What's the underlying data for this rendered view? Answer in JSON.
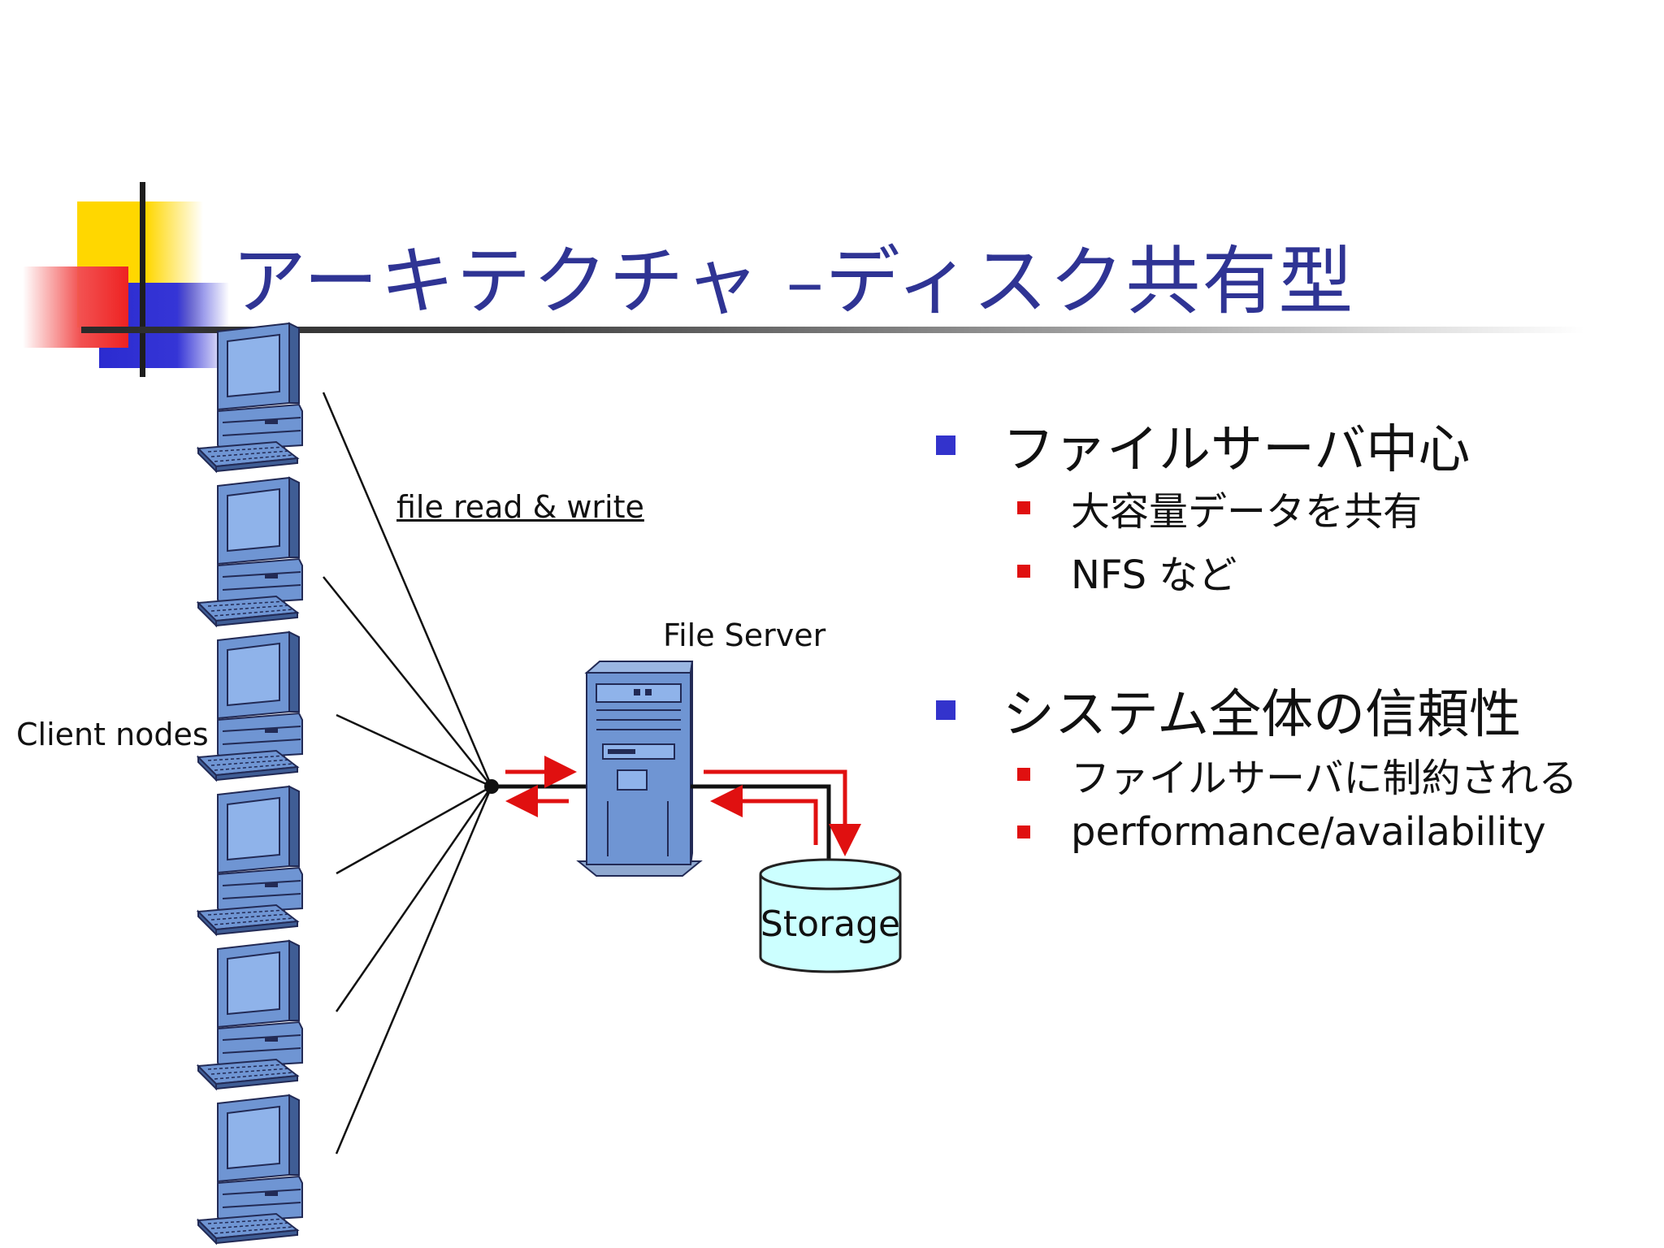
{
  "title": "アーキテクチャ –ディスク共有型",
  "diagram": {
    "label_rw": "file read & write",
    "label_server": "File Server",
    "label_clients": "Client nodes",
    "label_storage": "Storage",
    "client_count": 6
  },
  "bullets": [
    {
      "text": "ファイルサーバ中心",
      "sub": [
        "大容量データを共有",
        "NFS など"
      ]
    },
    {
      "text": "システム全体の信頼性",
      "sub": [
        "ファイルサーバに制約される",
        "performance/availability"
      ]
    }
  ],
  "colors": {
    "title": "#2f3494",
    "bullet_main": "#3333cc",
    "bullet_sub": "#e01010",
    "arrow": "#e01010",
    "computer": "#6f95d3",
    "storage_fill": "#ccffff"
  }
}
